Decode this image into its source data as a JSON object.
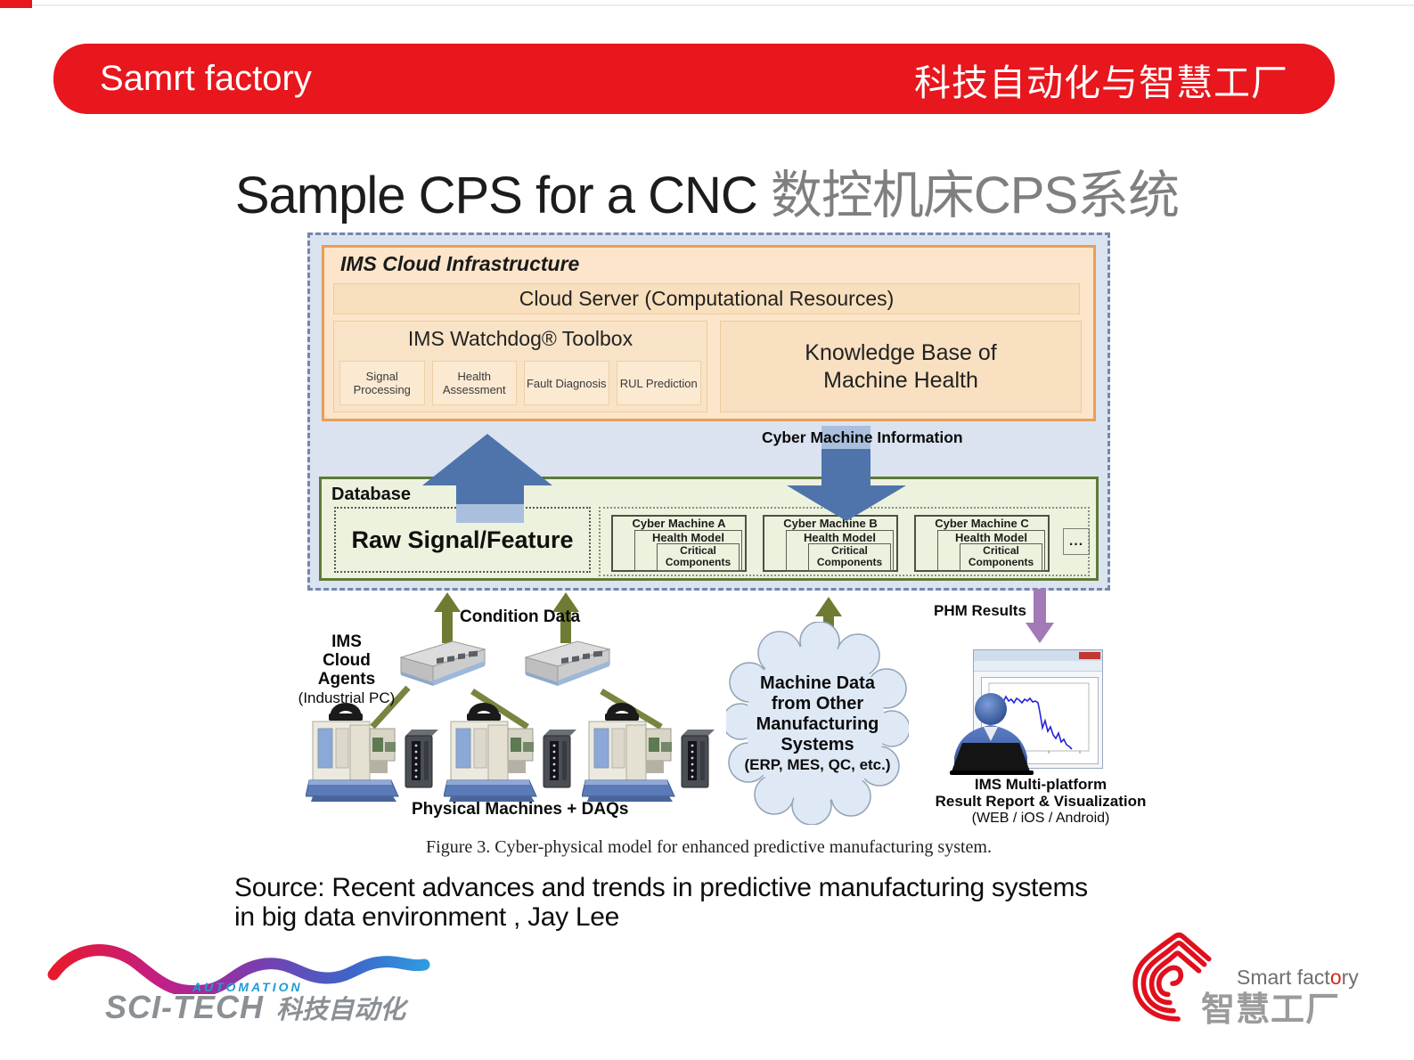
{
  "header": {
    "left": "Samrt factory",
    "right": "科技自动化与智慧工厂"
  },
  "title": {
    "en": "Sample CPS for a CNC ",
    "zh": "数控机床CPS系统"
  },
  "diagram": {
    "cloud_infrastructure": {
      "label": "IMS Cloud Infrastructure",
      "cloud_server": "Cloud Server (Computational Resources)",
      "watchdog": {
        "label": "IMS Watchdog® Toolbox",
        "modules": [
          "Signal Processing",
          "Health Assessment",
          "Fault Diagnosis",
          "RUL Prediction"
        ]
      },
      "knowledge_line1": "Knowledge Base of",
      "knowledge_line2": "Machine Health"
    },
    "cyber_machine_information": "Cyber Machine Information",
    "database": {
      "label": "Database",
      "raw_signal": "Raw Signal/Feature",
      "cyber_machines": [
        {
          "name": "Cyber Machine A",
          "health_model": "Health Model",
          "critical": "Critical Components"
        },
        {
          "name": "Cyber Machine B",
          "health_model": "Health Model",
          "critical": "Critical Components"
        },
        {
          "name": "Cyber Machine C",
          "health_model": "Health Model",
          "critical": "Critical Components"
        }
      ],
      "ellipsis": "..."
    },
    "condition_data": "Condition Data",
    "ims_cloud_agents": {
      "line1": "IMS",
      "line2": "Cloud Agents",
      "line3": "(Industrial PC)"
    },
    "physical_machines": "Physical Machines + DAQs",
    "machine_data_cloud": {
      "lines": [
        "Machine Data",
        "from Other",
        "Manufacturing",
        "Systems"
      ],
      "detail": "(ERP, MES, QC, etc.)"
    },
    "phm_results": "PHM Results",
    "multiplatform": {
      "line1": "IMS Multi-platform",
      "line2": "Result Report & Visualization",
      "line3": "(WEB / iOS / Android)"
    }
  },
  "figure_caption": "Figure 3. Cyber-physical model for enhanced predictive manufacturing system.",
  "source": {
    "line1": "Source: Recent advances and trends in predictive manufacturing systems",
    "line2": "in big data environment , Jay Lee"
  },
  "footer": {
    "scitech": {
      "automation": "AUTOMATION",
      "name": "SCI-TECH",
      "zh": "科技自动化"
    },
    "smart_factory": {
      "en_part1": "Smart fact",
      "en_part2": "o",
      "en_part3": "ry",
      "zh": "智慧工厂"
    }
  },
  "colors": {
    "header_red": "#e8161d",
    "ims_border_orange": "#e99e55",
    "ims_fill_peach": "#fce5ca",
    "diagram_bg_blue": "#dbe3f1",
    "dashed_border": "#7487ae",
    "database_border_green": "#5d7a36",
    "database_fill_green": "#edf2de",
    "arrow_blue": "#4f74ac",
    "arrow_blue_light": "#aabfde",
    "arrow_olive": "#6e7c33",
    "arrow_purple": "#a379b8",
    "cloud_fill": "#dfe9f6",
    "logo_blue": "#1e9ad6",
    "logo_gray": "#8b9095",
    "logo_red": "#d9251c"
  },
  "icons": [
    "up-arrow-icon",
    "down-arrow-icon",
    "cnc-machine-illustration",
    "daq-module-illustration",
    "industrial-pc-illustration",
    "data-cloud-shape",
    "browser-window-illustration",
    "person-at-laptop-icon",
    "signal-chart-icon",
    "wave-logo",
    "spiral-logo"
  ]
}
